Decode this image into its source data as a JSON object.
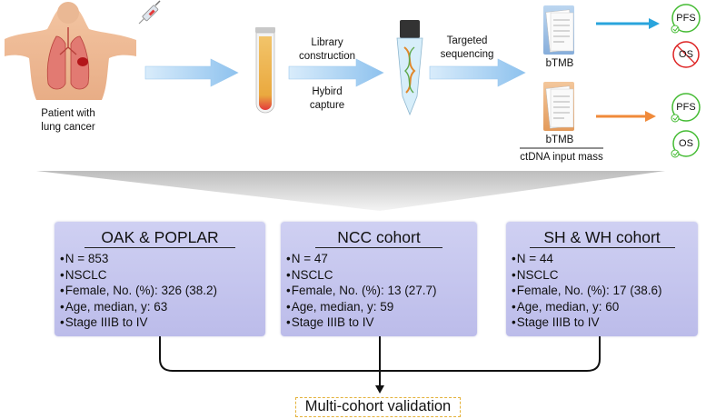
{
  "patient_label_1": "Patient with",
  "patient_label_2": "lung cancer",
  "step_library_1": "Library",
  "step_library_2": "construction",
  "step_hybrid_1": "Hybird",
  "step_hybrid_2": "capture",
  "step_targeted_1": "Targeted",
  "step_targeted_2": "sequencing",
  "btmb_label_1": "bTMB",
  "btmb_label_2": "bTMB",
  "ctdna_label": "ctDNA input mass",
  "outcome_pfs": "PFS",
  "outcome_os": "OS",
  "cohorts": [
    {
      "title": "OAK & POPLAR",
      "items": [
        "N = 853",
        "NSCLC",
        "Female, No. (%): 326 (38.2)",
        "Age, median, y: 63",
        "Stage IIIB to IV"
      ]
    },
    {
      "title": "NCC cohort",
      "items": [
        "N = 47",
        "NSCLC",
        "Female, No. (%): 13 (27.7)",
        "Age, median, y: 59",
        "Stage IIIB to IV"
      ]
    },
    {
      "title": "SH & WH cohort",
      "items": [
        "N = 44",
        "NSCLC",
        "Female, No. (%): 17 (38.6)",
        "Age, median, y: 60",
        "Stage IIIB to IV"
      ]
    }
  ],
  "final_label": "Multi-cohort validation",
  "colors": {
    "cohort_fill": "#c4c4ee",
    "blue_arrow": "#29a4dc",
    "orange_arrow": "#f08a3a",
    "pfs_green": "#44bb33",
    "os_red": "#dd2222",
    "final_border": "#e4b23a"
  }
}
